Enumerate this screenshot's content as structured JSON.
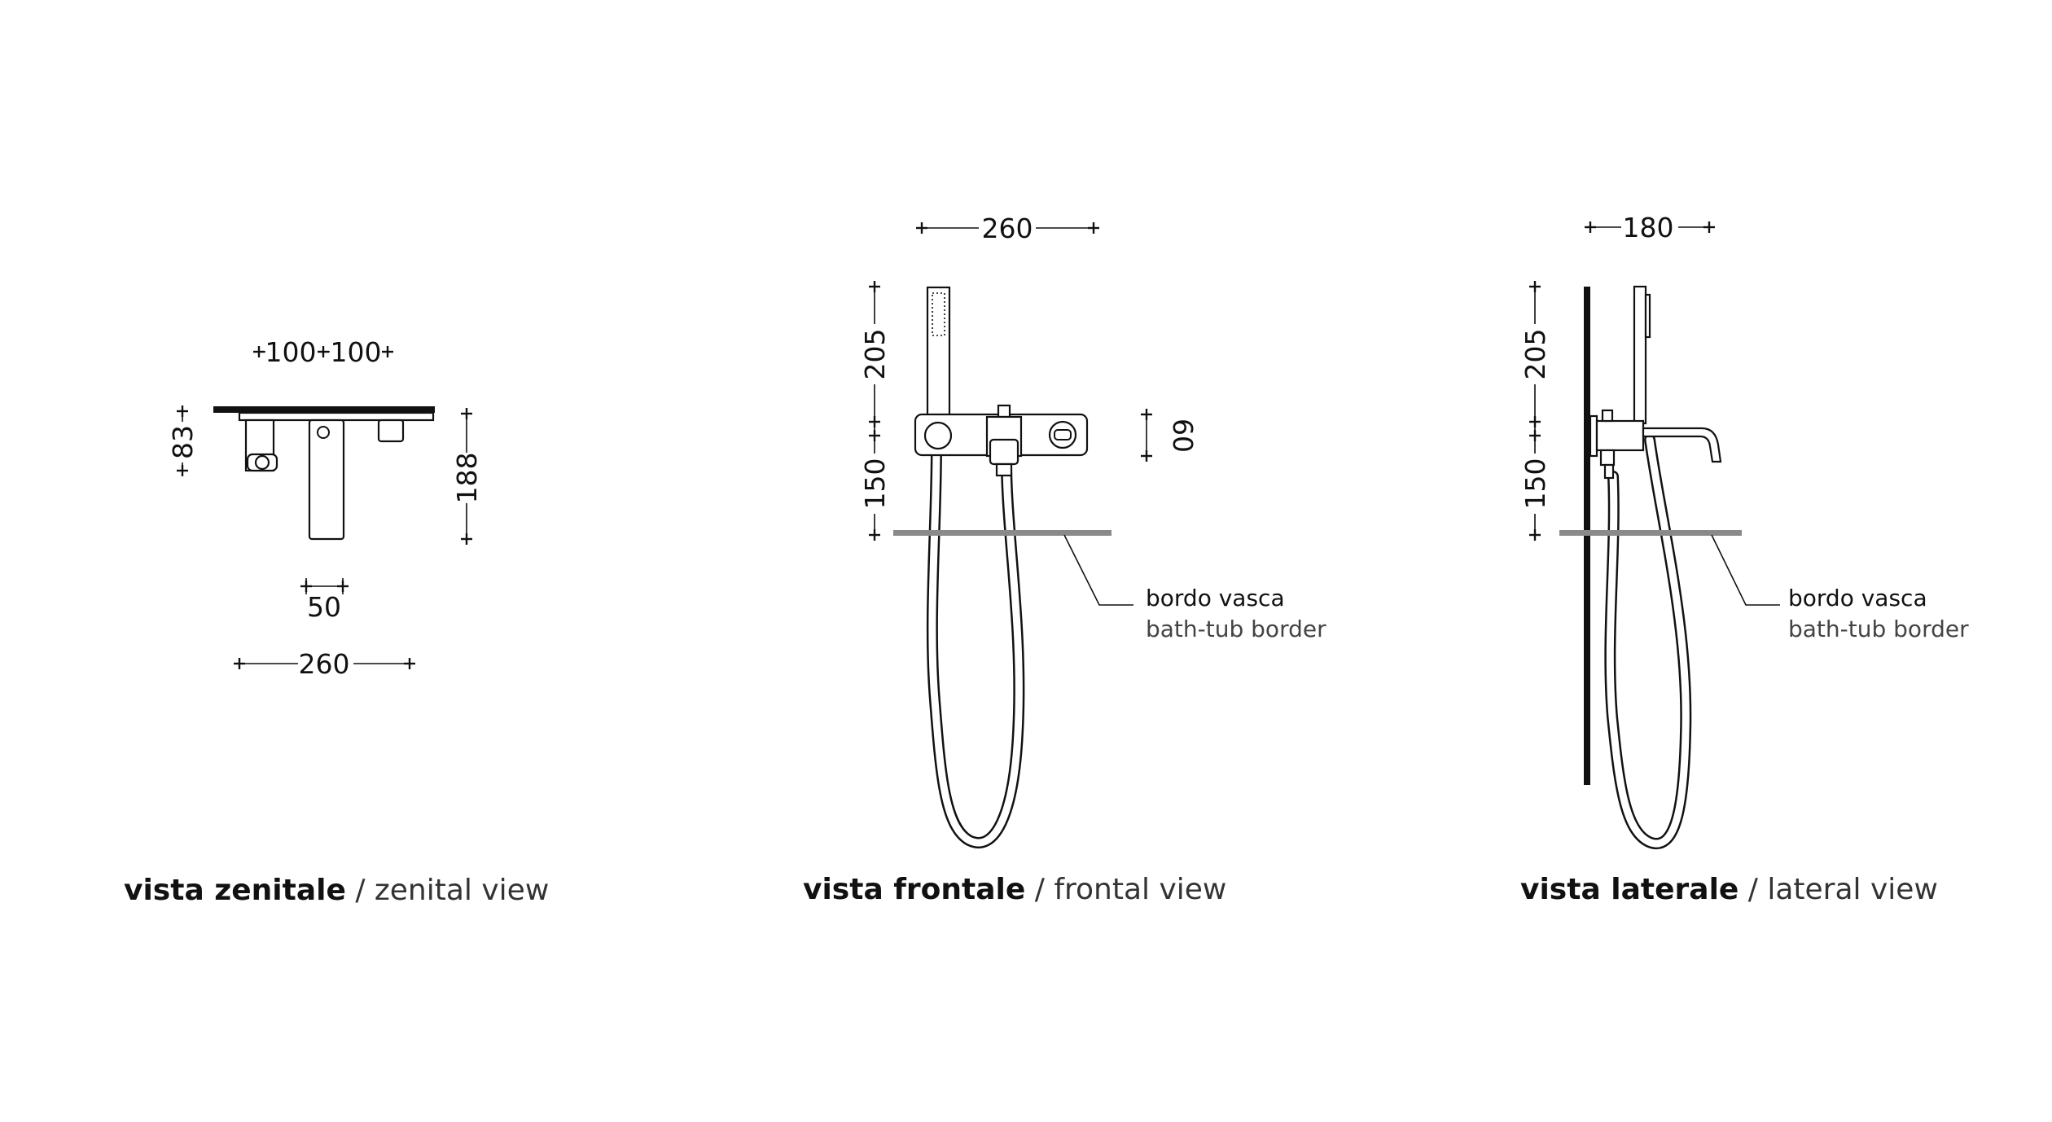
{
  "views": {
    "zenital": {
      "caption_bold": "vista zenitale",
      "caption_sep": " / ",
      "caption_light": "zenital view",
      "dims": {
        "top_left": "100",
        "top_right": "100",
        "depth_small": "83",
        "depth_total": "188",
        "spout_width": "50",
        "total_width": "260"
      }
    },
    "frontal": {
      "caption_bold": "vista frontale",
      "caption_sep": " / ",
      "caption_light": "frontal view",
      "dims": {
        "total_width": "260",
        "upper_height": "205",
        "lower_height": "150",
        "plate_height": "60"
      },
      "note_bold": "bordo vasca",
      "note_light": "bath-tub border"
    },
    "lateral": {
      "caption_bold": "vista laterale",
      "caption_sep": " / ",
      "caption_light": "lateral view",
      "dims": {
        "projection": "180",
        "upper_height": "205",
        "lower_height": "150"
      },
      "note_bold": "bordo vasca",
      "note_light": "bath-tub border"
    }
  },
  "colors": {
    "line": "#111111",
    "bath_border": "#8a8a8a",
    "wall": "#111111"
  }
}
